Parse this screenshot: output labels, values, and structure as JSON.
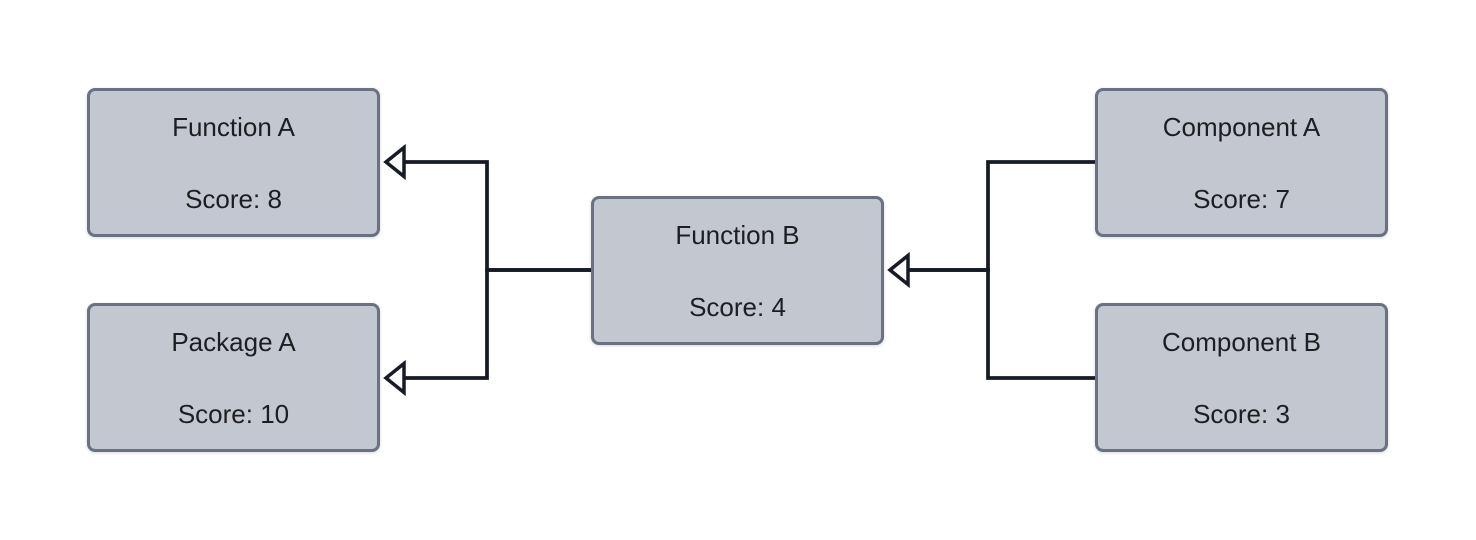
{
  "diagram": {
    "type": "dependency-graph",
    "background": "#ffffff",
    "nodes": [
      {
        "id": "function-a",
        "title": "Function A",
        "score_label": "Score: 8"
      },
      {
        "id": "package-a",
        "title": "Package A",
        "score_label": "Score: 10"
      },
      {
        "id": "function-b",
        "title": "Function B",
        "score_label": "Score: 4"
      },
      {
        "id": "component-a",
        "title": "Component A",
        "score_label": "Score: 7"
      },
      {
        "id": "component-b",
        "title": "Component B",
        "score_label": "Score: 3"
      }
    ],
    "edges": [
      {
        "from": "function-b",
        "to": "function-a",
        "arrowhead": "open-triangle"
      },
      {
        "from": "function-b",
        "to": "package-a",
        "arrowhead": "open-triangle"
      },
      {
        "from": "component-a",
        "to": "function-b",
        "arrowhead": "open-triangle"
      },
      {
        "from": "component-b",
        "to": "function-b",
        "arrowhead": "open-triangle"
      }
    ],
    "colors": {
      "node_fill": "#c3c7cf",
      "node_border": "#6a7183",
      "edge_line": "#161b27",
      "arrowhead_fill": "#ffffff",
      "text": "#1d1e22",
      "background": "#ffffff"
    }
  }
}
